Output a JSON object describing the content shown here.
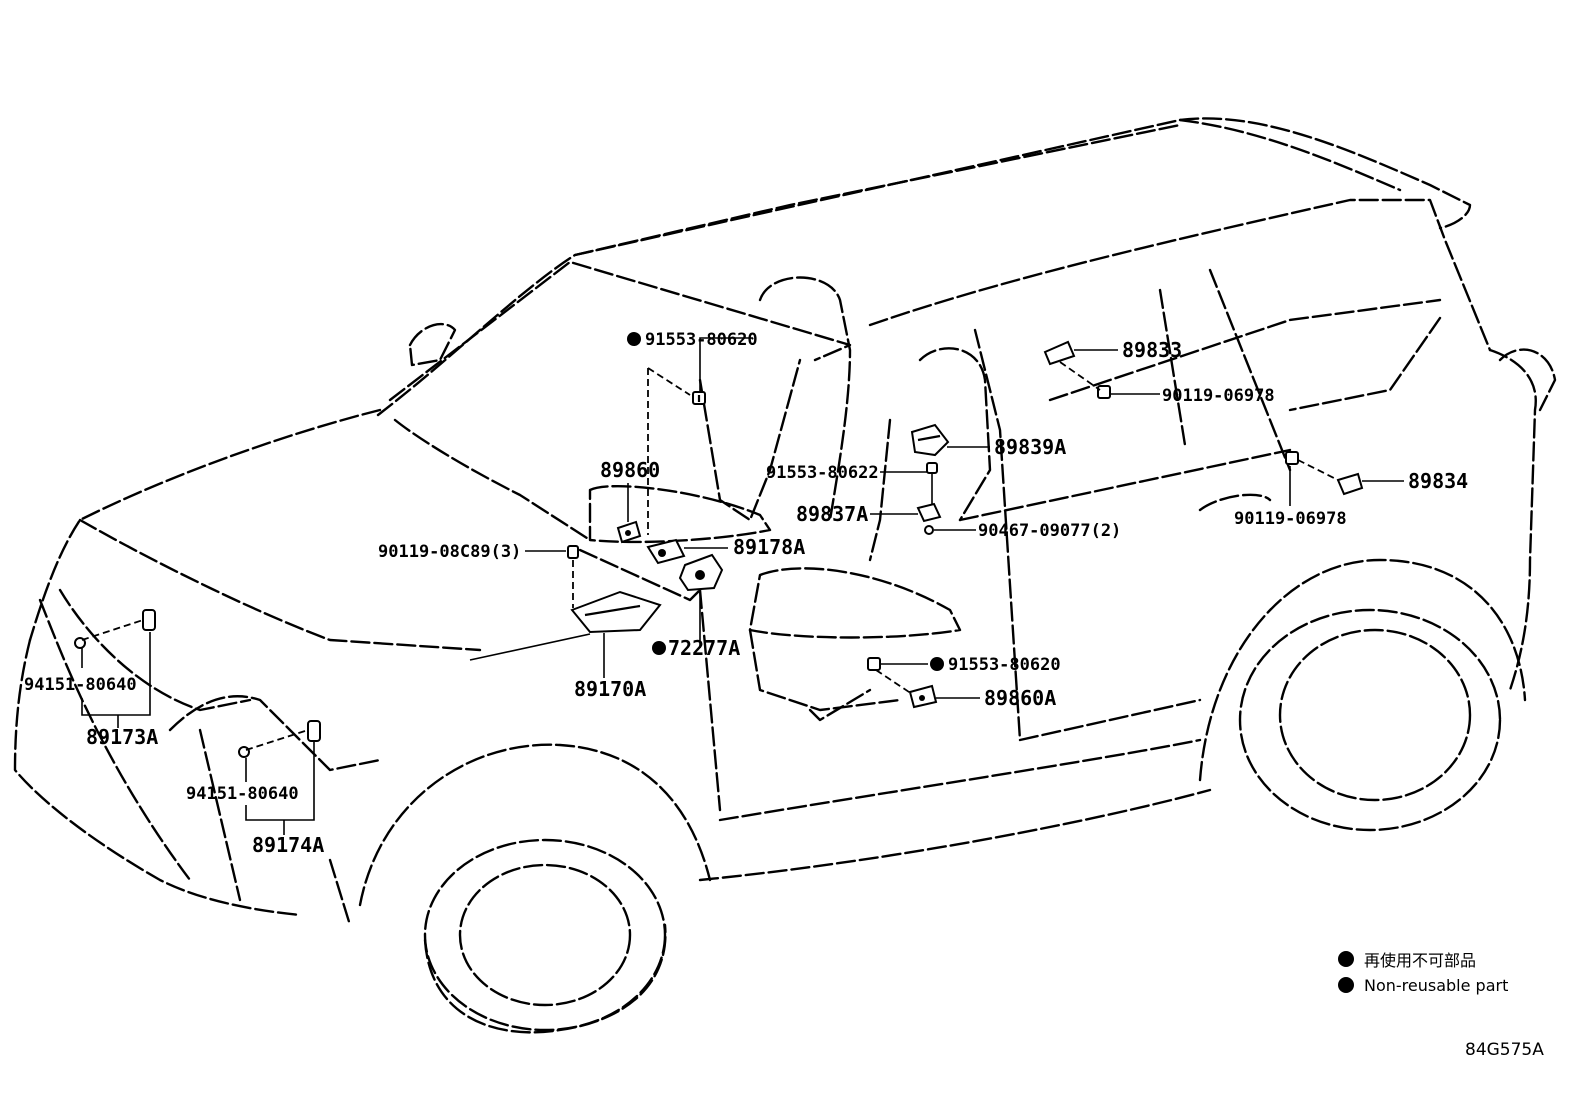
{
  "parts": {
    "p_91553_80620_top": "91553-80620",
    "p_89860": "89860",
    "p_90119_08c89": "90119-08C89(3)",
    "p_89178a": "89178A",
    "p_72277a": "72277A",
    "p_89170a": "89170A",
    "p_94151_80640_a": "94151-80640",
    "p_89173a": "89173A",
    "p_94151_80640_b": "94151-80640",
    "p_89174a": "89174A",
    "p_89833": "89833",
    "p_90119_06978_a": "90119-06978",
    "p_89839a": "89839A",
    "p_91553_80622": "91553-80622",
    "p_89837a": "89837A",
    "p_90467_09077": "90467-09077(2)",
    "p_89834": "89834",
    "p_90119_06978_b": "90119-06978",
    "p_91553_80620_low": "91553-80620",
    "p_89860a": "89860A"
  },
  "legend": {
    "jp": "再使用不可部品",
    "en": "Non-reusable part"
  },
  "illustration_id": "84G575A"
}
